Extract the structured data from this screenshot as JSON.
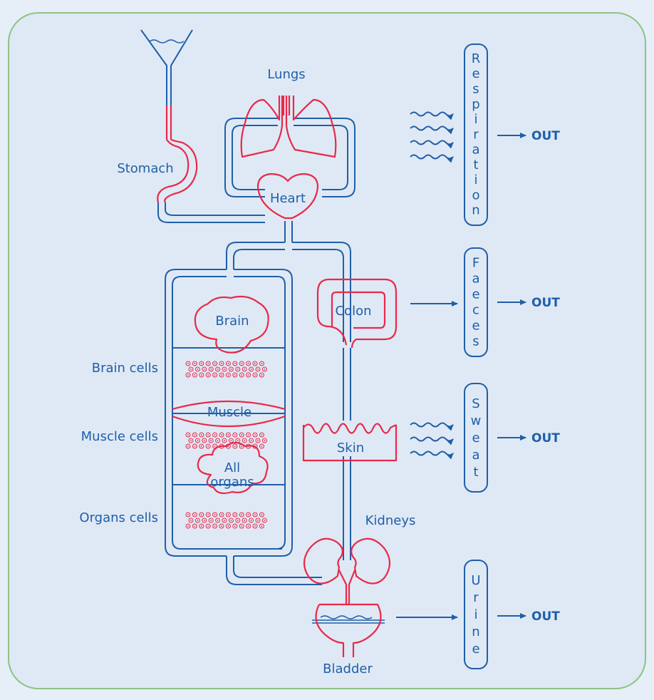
{
  "colors": {
    "blue": "#1f5fa8",
    "red": "#e8294a",
    "frame": "#8ec283",
    "background": "#e6eef8",
    "panel": "#dfe9f5"
  },
  "organs": {
    "lungs": "Lungs",
    "stomach": "Stomach",
    "heart": "Heart",
    "brain": "Brain",
    "colon": "Colon",
    "muscle": "Muscle",
    "skin": "Skin",
    "all_organs_line1": "All",
    "all_organs_line2": "organs",
    "kidneys": "Kidneys",
    "bladder": "Bladder"
  },
  "cells": {
    "brain_cells": "Brain cells",
    "muscle_cells": "Muscle cells",
    "organs_cells": "Organs cells"
  },
  "outputs": [
    {
      "label": "Respiration",
      "out": "OUT"
    },
    {
      "label": "Faeces",
      "out": "OUT"
    },
    {
      "label": "Sweat",
      "out": "OUT"
    },
    {
      "label": "Urine",
      "out": "OUT"
    }
  ]
}
